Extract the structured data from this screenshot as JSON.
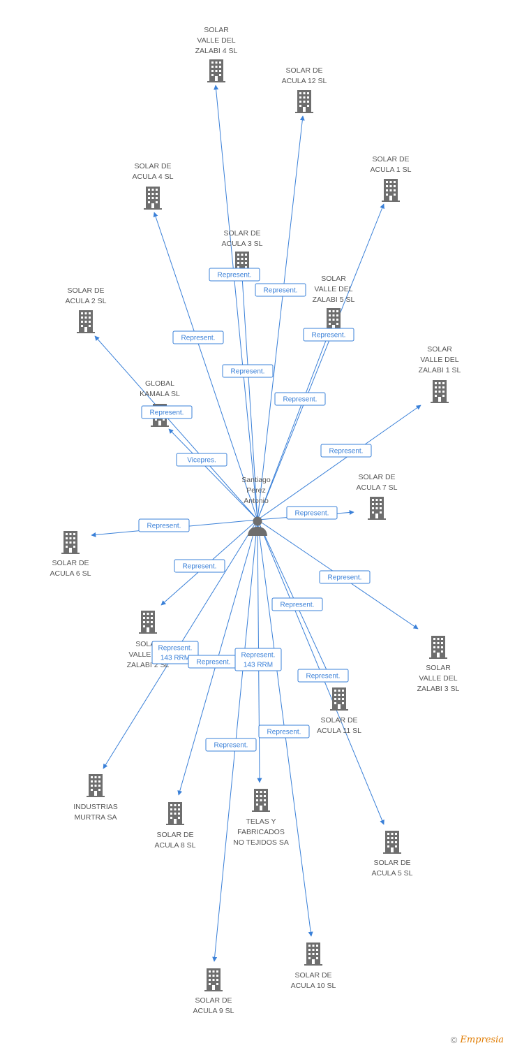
{
  "center": {
    "label": [
      "Santiago",
      "Perez",
      "Antonio"
    ]
  },
  "colors": {
    "edge": "#3a80d8",
    "node": "#6e6e6e",
    "brand": "#e07b00"
  },
  "companies": [
    {
      "id": "zalabi4",
      "label": [
        "SOLAR",
        "VALLE DEL",
        "ZALABI 4 SL"
      ]
    },
    {
      "id": "acula12",
      "label": [
        "SOLAR DE",
        "ACULA 12 SL"
      ]
    },
    {
      "id": "acula1",
      "label": [
        "SOLAR DE",
        "ACULA 1 SL"
      ]
    },
    {
      "id": "acula4",
      "label": [
        "SOLAR DE",
        "ACULA 4 SL"
      ]
    },
    {
      "id": "acula3",
      "label": [
        "SOLAR DE",
        "ACULA 3 SL"
      ]
    },
    {
      "id": "zalabi5",
      "label": [
        "SOLAR",
        "VALLE DEL",
        "ZALABI 5 SL"
      ]
    },
    {
      "id": "acula2",
      "label": [
        "SOLAR DE",
        "ACULA 2 SL"
      ]
    },
    {
      "id": "global",
      "label": [
        "GLOBAL",
        "KAMALA SL"
      ]
    },
    {
      "id": "zalabi1",
      "label": [
        "SOLAR",
        "VALLE DEL",
        "ZALABI 1 SL"
      ]
    },
    {
      "id": "acula7",
      "label": [
        "SOLAR DE",
        "ACULA 7 SL"
      ]
    },
    {
      "id": "acula6",
      "label": [
        "SOLAR DE",
        "ACULA 6 SL"
      ]
    },
    {
      "id": "zalabi2",
      "label": [
        "SOLAR",
        "VALLE DEL",
        "ZALABI 2 SL"
      ]
    },
    {
      "id": "zalabi3",
      "label": [
        "SOLAR",
        "VALLE DEL",
        "ZALABI 3 SL"
      ]
    },
    {
      "id": "acula11",
      "label": [
        "SOLAR DE",
        "ACULA 11 SL"
      ]
    },
    {
      "id": "industrias",
      "label": [
        "INDUSTRIAS",
        "MURTRA SA"
      ]
    },
    {
      "id": "acula8",
      "label": [
        "SOLAR DE",
        "ACULA 8 SL"
      ]
    },
    {
      "id": "telas",
      "label": [
        "TELAS Y",
        "FABRICADOS",
        "NO TEJIDOS SA"
      ]
    },
    {
      "id": "acula5",
      "label": [
        "SOLAR DE",
        "ACULA 5 SL"
      ]
    },
    {
      "id": "acula10",
      "label": [
        "SOLAR DE",
        "ACULA 10 SL"
      ]
    },
    {
      "id": "acula9",
      "label": [
        "SOLAR DE",
        "ACULA 9 SL"
      ]
    }
  ],
  "edges": [
    {
      "to": "zalabi4",
      "label": [
        "Represent."
      ]
    },
    {
      "to": "acula12",
      "label": [
        "Represent."
      ]
    },
    {
      "to": "acula1",
      "label": [
        "Represent."
      ]
    },
    {
      "to": "acula4",
      "label": [
        "Represent."
      ]
    },
    {
      "to": "acula3",
      "label": [
        "Represent."
      ]
    },
    {
      "to": "zalabi5",
      "label": [
        "Represent."
      ]
    },
    {
      "to": "acula2",
      "label": [
        "Represent."
      ]
    },
    {
      "to": "global",
      "label": [
        "Vicepres."
      ]
    },
    {
      "to": "zalabi1",
      "label": [
        "Represent."
      ]
    },
    {
      "to": "acula7",
      "label": [
        "Represent."
      ]
    },
    {
      "to": "acula6",
      "label": [
        "Represent."
      ]
    },
    {
      "to": "zalabi2",
      "label": [
        "Represent."
      ]
    },
    {
      "to": "zalabi3",
      "label": [
        "Represent."
      ]
    },
    {
      "to": "acula11",
      "label": [
        "Represent."
      ]
    },
    {
      "to": "industrias",
      "label": [
        "Represent.",
        "143 RRM"
      ]
    },
    {
      "to": "acula8",
      "label": [
        "Represent."
      ]
    },
    {
      "to": "telas",
      "label": [
        "Represent.",
        "143 RRM"
      ]
    },
    {
      "to": "acula5",
      "label": [
        "Represent."
      ]
    },
    {
      "to": "acula10",
      "label": [
        "Represent."
      ]
    },
    {
      "to": "acula9",
      "label": [
        "Represent."
      ]
    }
  ],
  "footer": {
    "copyright": "©",
    "brand": "Empresia"
  }
}
